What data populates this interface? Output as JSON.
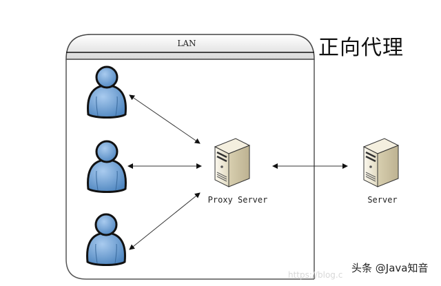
{
  "title": "正向代理",
  "lan_box": {
    "label": "LAN"
  },
  "clients": [
    {
      "name": "client-1",
      "icon": "user-icon"
    },
    {
      "name": "client-2",
      "icon": "user-icon"
    },
    {
      "name": "client-3",
      "icon": "user-icon"
    }
  ],
  "proxy_server": {
    "label": "Proxy Server",
    "icon": "server-icon"
  },
  "server": {
    "label": "Server",
    "icon": "server-icon"
  },
  "connections": [
    {
      "from": "client-1",
      "to": "proxy_server",
      "type": "bidirectional"
    },
    {
      "from": "client-2",
      "to": "proxy_server",
      "type": "bidirectional"
    },
    {
      "from": "client-3",
      "to": "proxy_server",
      "type": "bidirectional"
    },
    {
      "from": "proxy_server",
      "to": "server",
      "type": "bidirectional"
    }
  ],
  "watermark": {
    "text": "头条 @Java知音",
    "url_fragment": "https://blog.c"
  },
  "colors": {
    "user_fill": "#6b9fd4",
    "user_stroke": "#1a1a1a",
    "server_fill": "#efe9d6",
    "box_stroke": "#555555"
  }
}
